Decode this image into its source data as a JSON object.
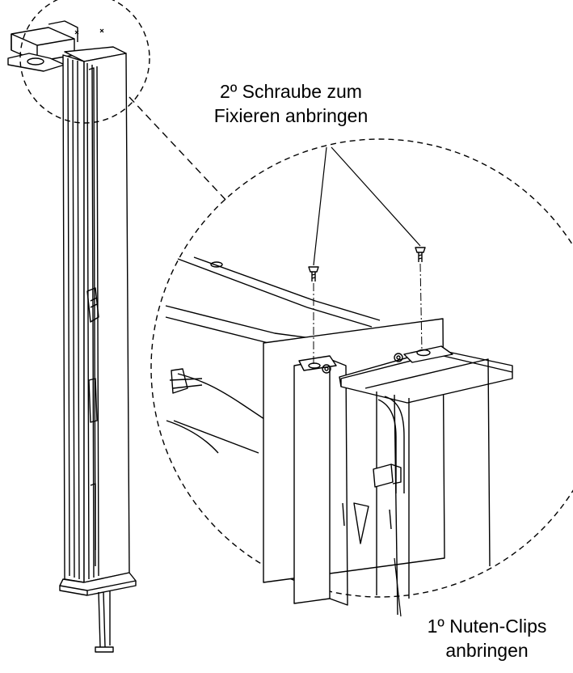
{
  "callouts": {
    "step2_line1": "2º Schraube zum",
    "step2_line2": "Fixieren anbringen",
    "step1_line1": "1º Nuten-Clips",
    "step1_line2": "anbringen"
  },
  "colors": {
    "line": "#000000",
    "background": "#ffffff"
  }
}
